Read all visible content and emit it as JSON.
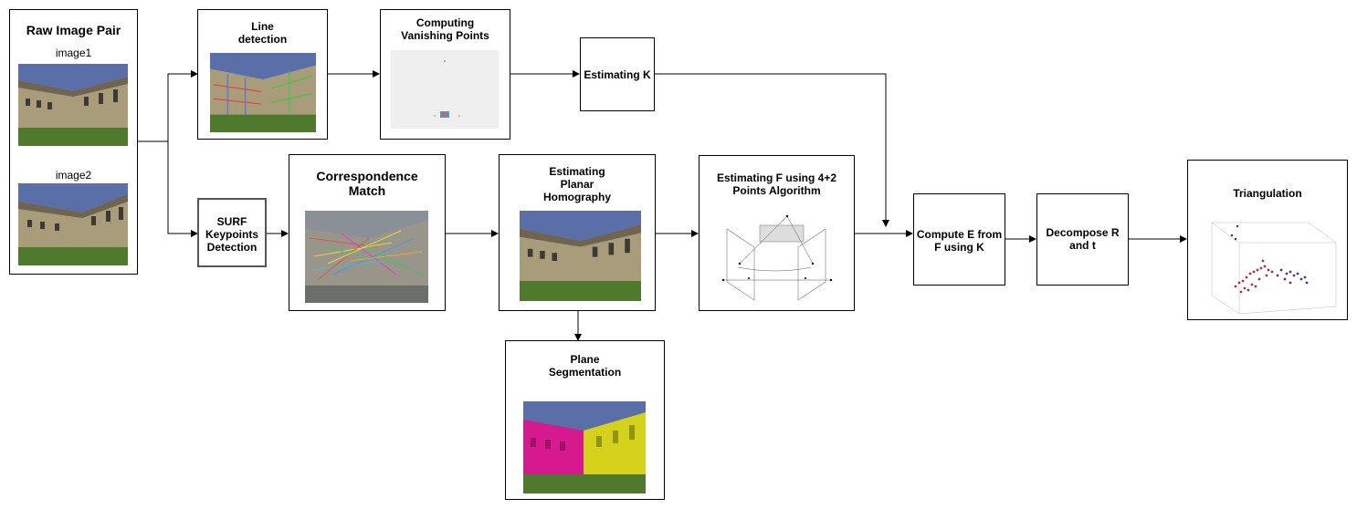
{
  "nodes": {
    "raw_pair": {
      "title": "Raw Image Pair",
      "image1": "image1",
      "image2": "image2"
    },
    "line_detection": {
      "label": "Line\ndetection"
    },
    "vanishing_points": {
      "label": "Computing\nVanishing Points"
    },
    "estimating_k": {
      "label": "Estimating K"
    },
    "surf": {
      "label": "SURF\nKeypoints\nDetection"
    },
    "correspondence": {
      "label": "Correspondence\nMatch"
    },
    "homography": {
      "label": "Estimating\nPlanar\nHomography"
    },
    "plane_seg": {
      "label": "Plane\nSegmentation"
    },
    "estimating_f": {
      "label": "Estimating F using 4+2\nPoints Algorithm"
    },
    "compute_e": {
      "label": "Compute E from\nF using K"
    },
    "decompose": {
      "label": "Decompose R\nand t"
    },
    "triangulation": {
      "label": "Triangulation"
    }
  },
  "colors": {
    "sky": "#5a6fa8",
    "building": "#a89c7a",
    "grass": "#4f7a2e",
    "segment_magenta": "#d6198f",
    "segment_yellow": "#d4d21a",
    "point_red": "#b0304a",
    "point_purple": "#5a2ca0"
  }
}
